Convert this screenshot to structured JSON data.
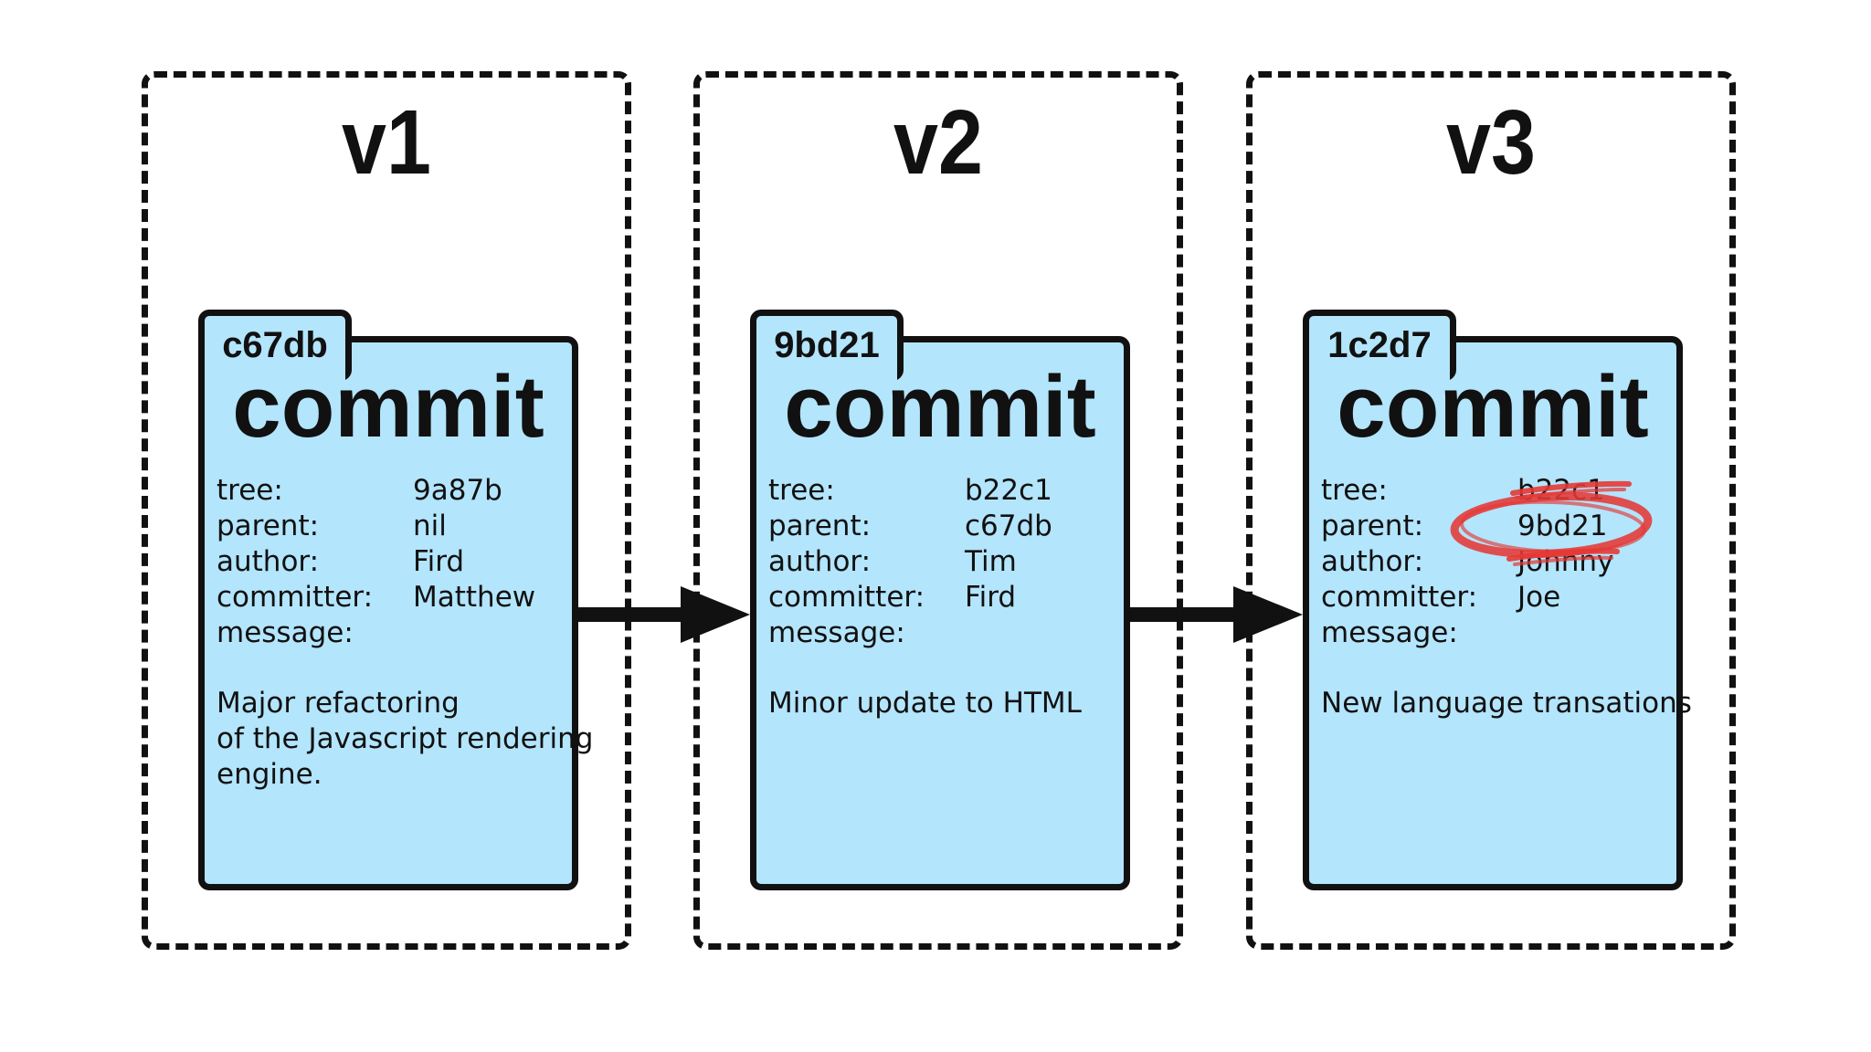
{
  "versions": [
    {
      "label": "v1",
      "hash": "c67db",
      "title": "commit",
      "fields": [
        {
          "key": "tree:",
          "value": "9a87b"
        },
        {
          "key": "parent:",
          "value": "nil"
        },
        {
          "key": "author:",
          "value": "Fird"
        },
        {
          "key": "committer:",
          "value": "Matthew"
        },
        {
          "key": "message:",
          "value": ""
        }
      ],
      "message": "Major refactoring\nof the Javascript rendering\nengine."
    },
    {
      "label": "v2",
      "hash": "9bd21",
      "title": "commit",
      "fields": [
        {
          "key": "tree:",
          "value": "b22c1"
        },
        {
          "key": "parent:",
          "value": "c67db"
        },
        {
          "key": "author:",
          "value": "Tim"
        },
        {
          "key": "committer:",
          "value": "Fird"
        },
        {
          "key": "message:",
          "value": ""
        }
      ],
      "message": "Minor update to HTML"
    },
    {
      "label": "v3",
      "hash": "1c2d7",
      "title": "commit",
      "fields": [
        {
          "key": "tree:",
          "value": "b22c1"
        },
        {
          "key": "parent:",
          "value": "9bd21"
        },
        {
          "key": "author:",
          "value": "Johnny"
        },
        {
          "key": "committer:",
          "value": "Joe"
        },
        {
          "key": "message:",
          "value": ""
        }
      ],
      "message": "New language transations"
    }
  ],
  "colors": {
    "card_fill": "#b3e5fc",
    "outline": "#111111",
    "annotation_red": "#e53935"
  }
}
